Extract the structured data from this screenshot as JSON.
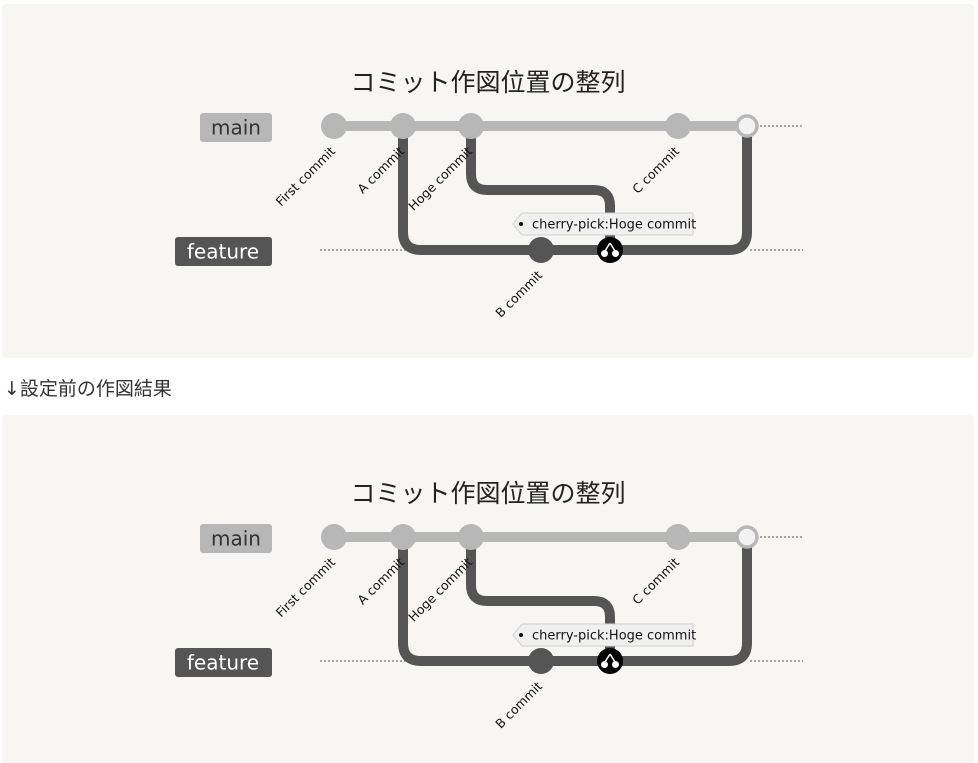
{
  "caption": "↓設定前の作図結果",
  "diagrams": [
    {
      "title": "コミット作図位置の整列",
      "branches": {
        "main": "main",
        "feature": "feature"
      },
      "commits": {
        "first": "First commit",
        "a": "A commit",
        "hoge": "Hoge commit",
        "c": "C commit",
        "b": "B commit"
      },
      "tag": "cherry-pick:Hoge commit"
    },
    {
      "title": "コミット作図位置の整列",
      "branches": {
        "main": "main",
        "feature": "feature"
      },
      "commits": {
        "first": "First commit",
        "a": "A commit",
        "hoge": "Hoge commit",
        "c": "C commit",
        "b": "B commit"
      },
      "tag": "cherry-pick:Hoge commit"
    }
  ],
  "colors": {
    "main_branch": "#b7b7b7",
    "feature_branch": "#555555",
    "cherry_pick": "#000000",
    "panel_bg": "#f7f6f3"
  },
  "icons": {
    "cherry_pick": "cherry-icon"
  }
}
